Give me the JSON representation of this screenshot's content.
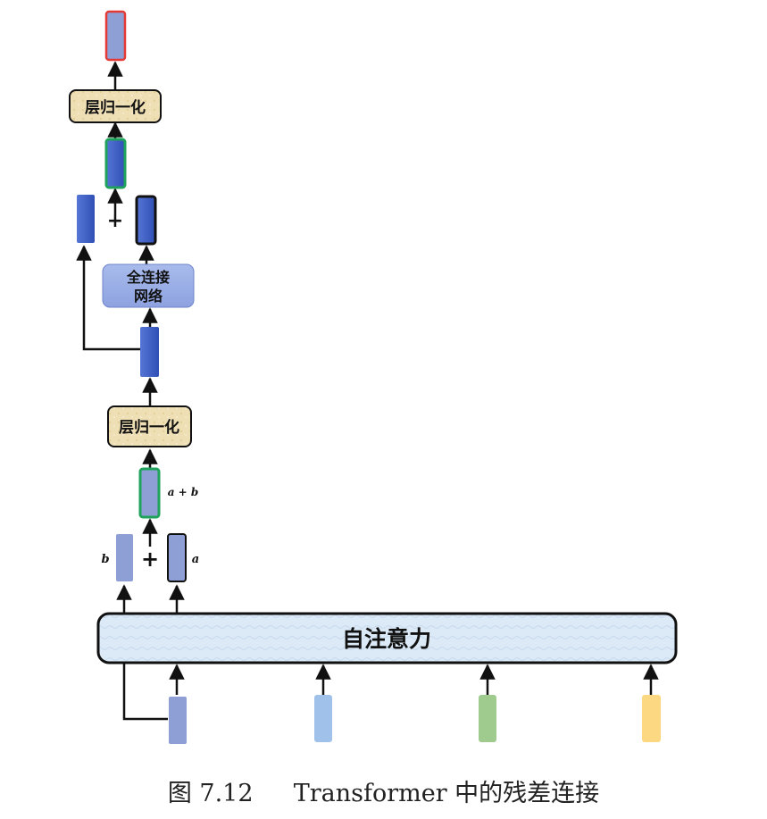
{
  "colors": {
    "vector_blue": "#3d5ec4",
    "vector_lightblue": "#8e9fd6",
    "vector_skyblue": "#9fc1ea",
    "vector_green": "#9fcb8f",
    "vector_yellow": "#fdd882",
    "border_red": "#e53935",
    "border_green": "#1fa35a",
    "border_black": "#111111",
    "layernorm_fill": "#efdfb5",
    "ffn_fill": "#9aaee6",
    "attention_fill": "#dce9f6"
  },
  "labels": {
    "layernorm_top": "层归一化",
    "layernorm_bottom": "层归一化",
    "ffn_line1": "全连接",
    "ffn_line2": "网络",
    "attention": "自注意力",
    "plus_top": "+",
    "plus_bottom": "+",
    "var_b": "b",
    "var_a": "a",
    "var_sum": "a + b"
  },
  "caption": {
    "number": "图 7.12",
    "title": "Transformer 中的残差连接"
  }
}
